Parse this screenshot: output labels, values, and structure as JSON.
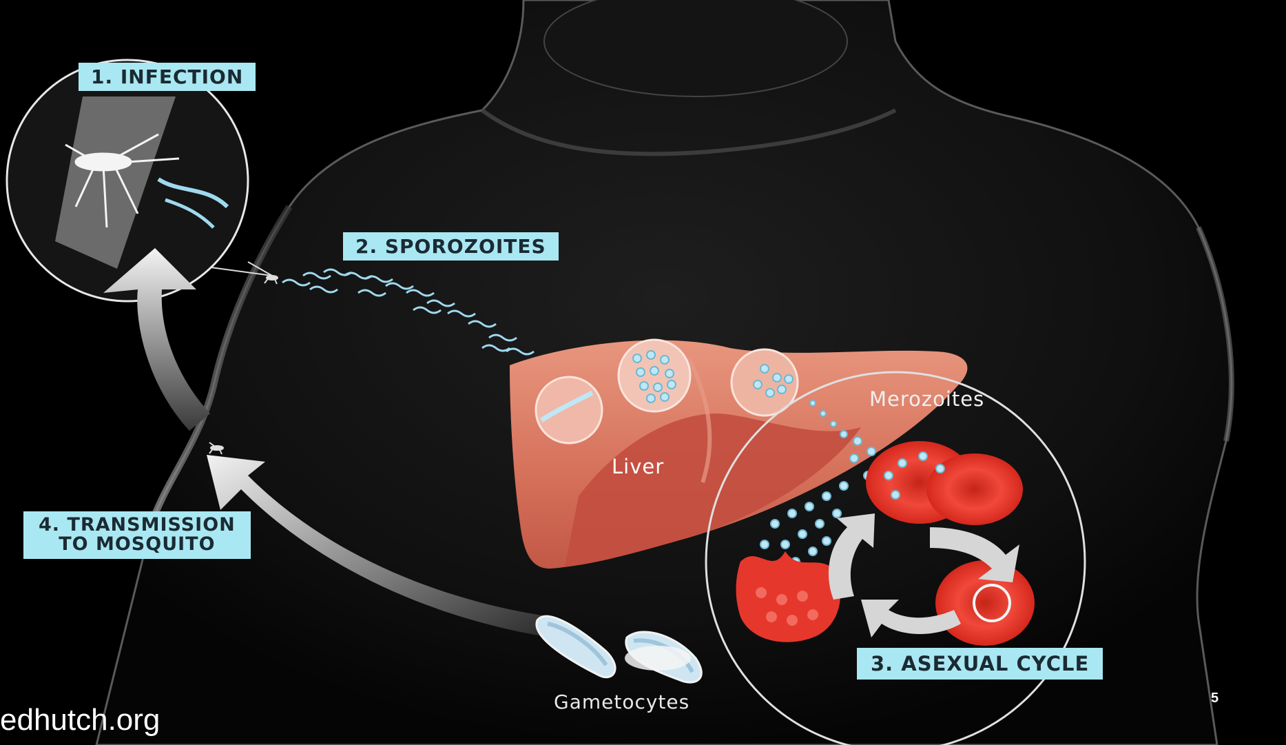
{
  "labels": {
    "infection": "1. INFECTION",
    "sporozoites": "2. SPOROZOITES",
    "asexual_cycle": "3. ASEXUAL CYCLE",
    "transmission_line1": "4. TRANSMISSION",
    "transmission_line2": "TO MOSQUITO",
    "merozoites": "Merozoites",
    "liver": "Liver",
    "gametocytes": "Gametocytes"
  },
  "footer": {
    "source": "edhutch.org",
    "page_number": "5"
  },
  "colors": {
    "label_background": "#a9e8f2",
    "liver": "#d9735e",
    "blood_cell": "#e0342a",
    "parasite": "#9fd9ef"
  }
}
